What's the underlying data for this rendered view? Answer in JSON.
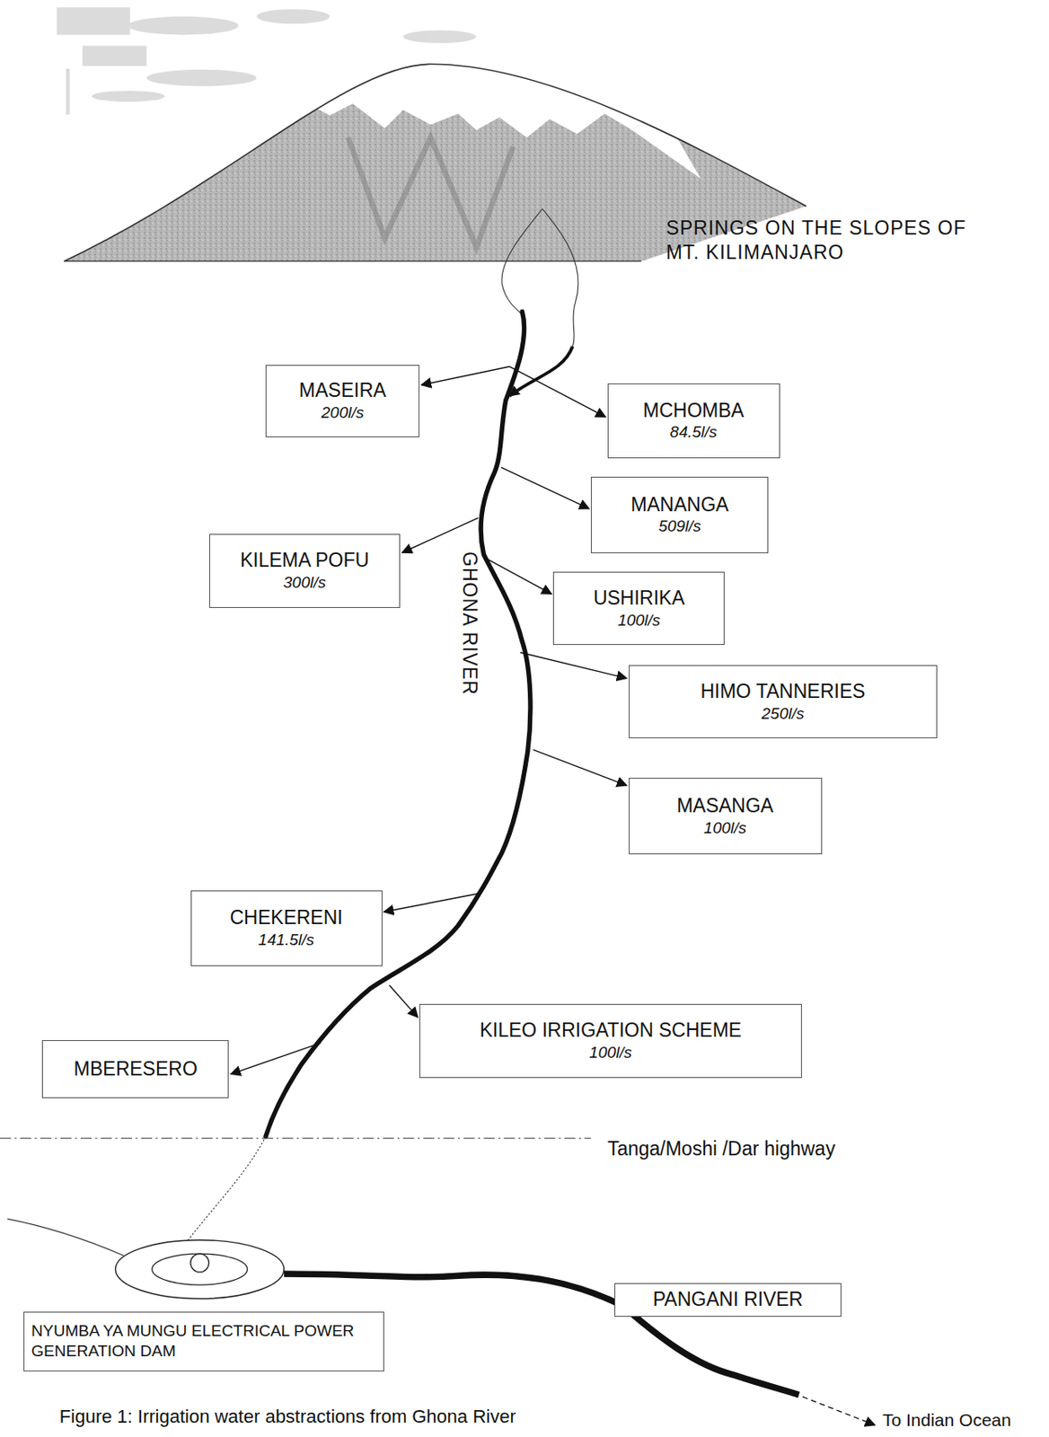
{
  "diagram": {
    "caption": "Figure 1: Irrigation water abstractions from Ghona  River",
    "nodes": [
      {
        "text": [
          "MASEIRA",
          "200l/s"
        ]
      },
      {
        "text": [
          "MCHOMBA",
          "84.5l/s"
        ]
      },
      {
        "text": [
          "MANANGA",
          "509l/s"
        ]
      },
      {
        "text": [
          "KILEMA POFU",
          "300l/s"
        ]
      },
      {
        "text": [
          "USHIRIKA",
          "100l/s"
        ]
      },
      {
        "text": [
          "HIMO TANNERIES",
          "250l/s"
        ]
      },
      {
        "text": [
          "MASANGA",
          "100l/s"
        ]
      },
      {
        "text": [
          "CHEKERENI",
          "141.5l/s"
        ]
      },
      {
        "text": [
          "KILEO IRRIGATION SCHEME",
          "100l/s"
        ]
      },
      {
        "text": [
          "MBERESERO"
        ]
      },
      {
        "text": [
          "NYUMBA YA MUNGU ELECTRICAL POWER GENERATION DAM"
        ]
      },
      {
        "text": [
          "PANGANI RIVER"
        ]
      }
    ],
    "labels": [
      "SPRINGS ON THE SLOPES OF MT. KILIMANJARO",
      "GHONA RIVER",
      "Tanga/Moshi /Dar highway",
      "To Indian Ocean"
    ]
  }
}
